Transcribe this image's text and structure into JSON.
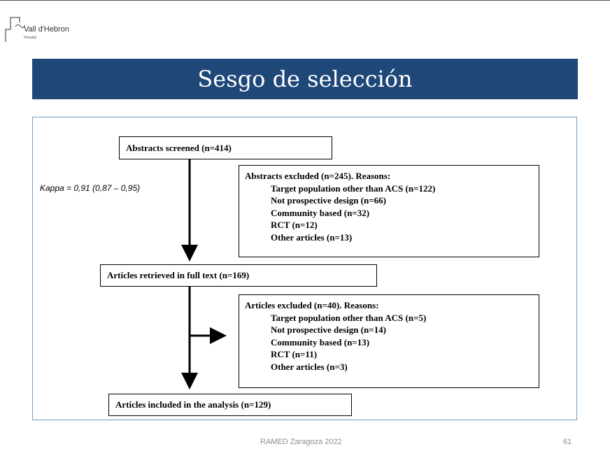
{
  "logo": {
    "name": "Vall d'Hebron",
    "sub": "Hospital"
  },
  "title": "Sesgo de selección",
  "kappa": "Kappa = 0,91 (0,87 – 0,95)",
  "flow": {
    "screened": "Abstracts screened (n=414)",
    "abstracts_excluded": {
      "heading": "Abstracts excluded (n=245). Reasons:",
      "reasons": [
        "Target population other than ACS (n=122)",
        "Not prospective design (n=66)",
        "Community  based (n=32)",
        "RCT (n=12)",
        "Other articles (n=13)"
      ]
    },
    "retrieved": "Articles retrieved in full text (n=169)",
    "articles_excluded": {
      "heading": "Articles excluded (n=40). Reasons:",
      "reasons": [
        "Target population other than ACS (n=5)",
        "Not prospective design (n=14)",
        "Community based (n=13)",
        "RCT (n=11)",
        "Other articles (n=3)"
      ]
    },
    "included": "Articles included in the analysis (n=129)"
  },
  "footer": {
    "center": "RAMED Zaragoza 2022",
    "page": "61"
  }
}
